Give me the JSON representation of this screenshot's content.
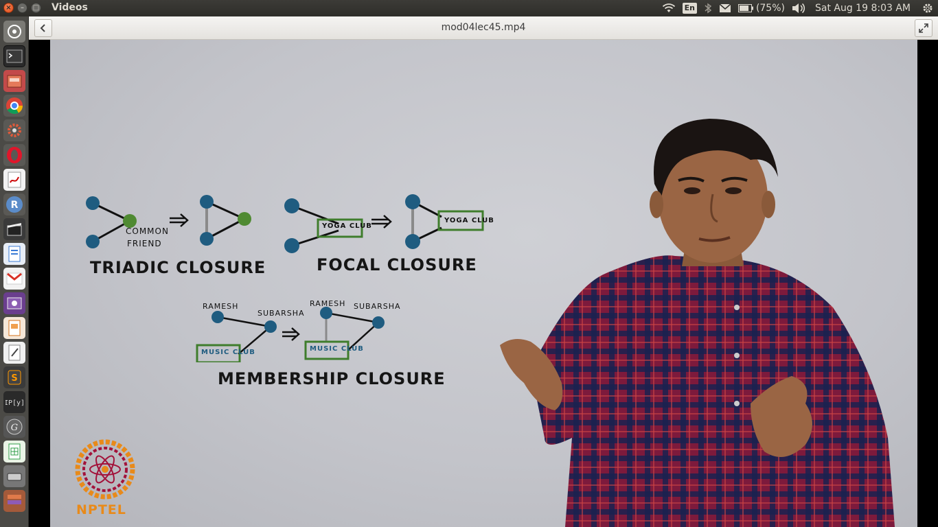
{
  "panel": {
    "app_title": "Videos",
    "language": "En",
    "battery": "(75%)",
    "datetime": "Sat Aug 19  8:03 AM"
  },
  "launcher": {
    "items": [
      "dash-icon",
      "terminal-icon",
      "files-icon",
      "chrome-icon",
      "settings-icon",
      "opera-icon",
      "pdf-viewer-icon",
      "r-studio-icon",
      "video-editor-icon",
      "writer-icon",
      "gmail-icon",
      "media-player-icon",
      "presentation-icon",
      "text-editor-icon",
      "sublime-icon",
      "ipython-icon",
      "gephi-icon",
      "spreadsheet-icon",
      "drive-icon",
      "app-stack-icon"
    ]
  },
  "header": {
    "title": "mod04lec45.mp4"
  },
  "slide": {
    "triadic": {
      "label": "TRIADIC  CLOSURE",
      "common_friend": [
        "COMMON",
        "FRIEND"
      ]
    },
    "focal": {
      "label": "FOCAL CLOSURE",
      "box1": "YOGA CLUB",
      "box2": "YOGA CLUB"
    },
    "membership": {
      "label": "MEMBERSHIP CLOSURE",
      "ramesh": "RAMESH",
      "subarsha": "SUBARSHA",
      "box": "MUSIC CLUB"
    },
    "logo_text": "NPTEL"
  },
  "colors": {
    "node_blue": "#1f5c80",
    "node_green": "#4f8a32",
    "box_green": "#3f7d2c",
    "nptel_orange": "#e88a1a",
    "nptel_maroon": "#a3123a"
  }
}
